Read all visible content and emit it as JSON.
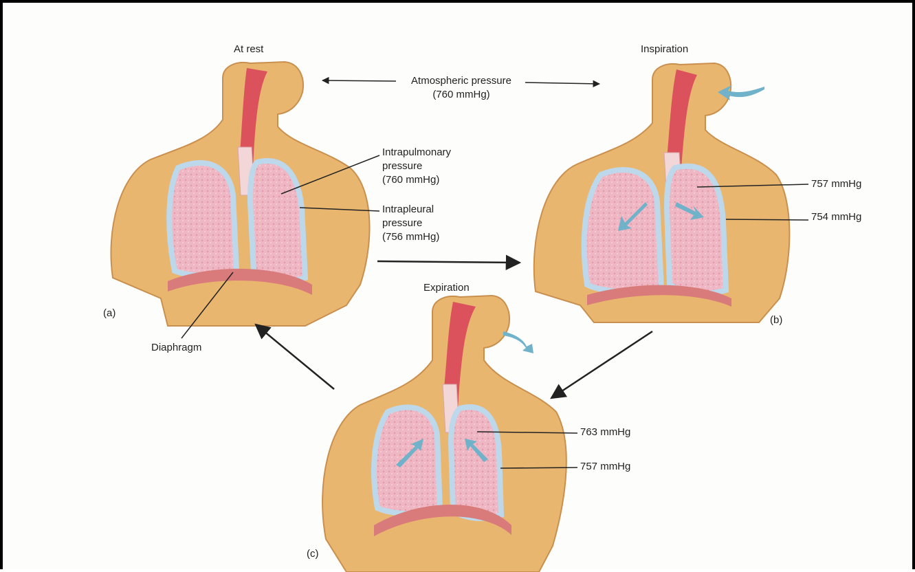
{
  "panels": {
    "rest": {
      "title": "At rest",
      "tag": "(a)"
    },
    "inspiration": {
      "title": "Inspiration",
      "tag": "(b)",
      "intrapulmonary": "757 mmHg",
      "intrapleural": "754 mmHg"
    },
    "expiration": {
      "title": "Expiration",
      "tag": "(c)",
      "intrapulmonary": "763 mmHg",
      "intrapleural": "757 mmHg"
    }
  },
  "labels": {
    "atmospheric_name": "Atmospheric pressure",
    "atmospheric_value": "(760 mmHg)",
    "intrapulmonary_name": "Intrapulmonary",
    "intrapulmonary_word": "pressure",
    "intrapulmonary_value": "(760 mmHg)",
    "intrapleural_name": "Intrapleural",
    "intrapleural_word": "pressure",
    "intrapleural_value": "(756 mmHg)",
    "diaphragm": "Diaphragm"
  },
  "colors": {
    "skin": "#e9b66f",
    "skin_shadow": "#c98f4e",
    "lung": "#efb7c3",
    "pleura": "#bcd8ea",
    "airway": "#d9465a",
    "air_arrow": "#6fb2c9",
    "line": "#222222"
  }
}
